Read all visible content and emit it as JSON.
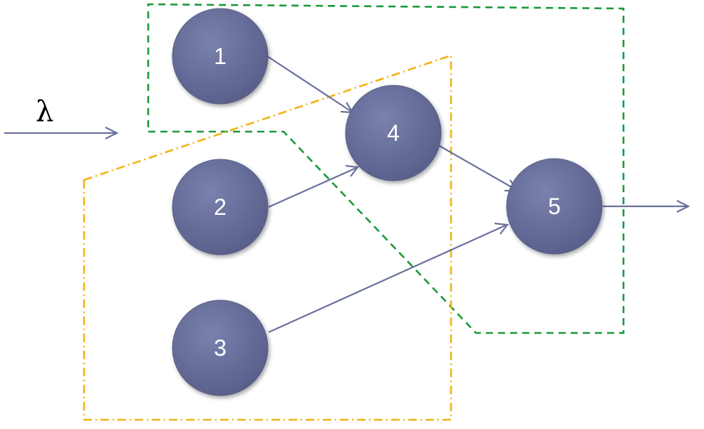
{
  "diagram": {
    "input_label": "λ",
    "nodes": [
      {
        "id": "1",
        "label": "1"
      },
      {
        "id": "2",
        "label": "2"
      },
      {
        "id": "3",
        "label": "3"
      },
      {
        "id": "4",
        "label": "4"
      },
      {
        "id": "5",
        "label": "5"
      }
    ],
    "edges": [
      {
        "from": "1",
        "to": "4"
      },
      {
        "from": "2",
        "to": "4"
      },
      {
        "from": "3",
        "to": "5"
      },
      {
        "from": "4",
        "to": "5"
      }
    ],
    "regions": [
      {
        "name": "green-dashed-region",
        "color": "#1a9a3a",
        "style": "dashed"
      },
      {
        "name": "orange-dash-dot-region",
        "color": "#f2b316",
        "style": "dash-dot"
      }
    ],
    "colors": {
      "node_fill_light": "#7a81ad",
      "node_fill_dark": "#585e8a",
      "edge": "#6b719c",
      "label": "#ffffff"
    }
  }
}
